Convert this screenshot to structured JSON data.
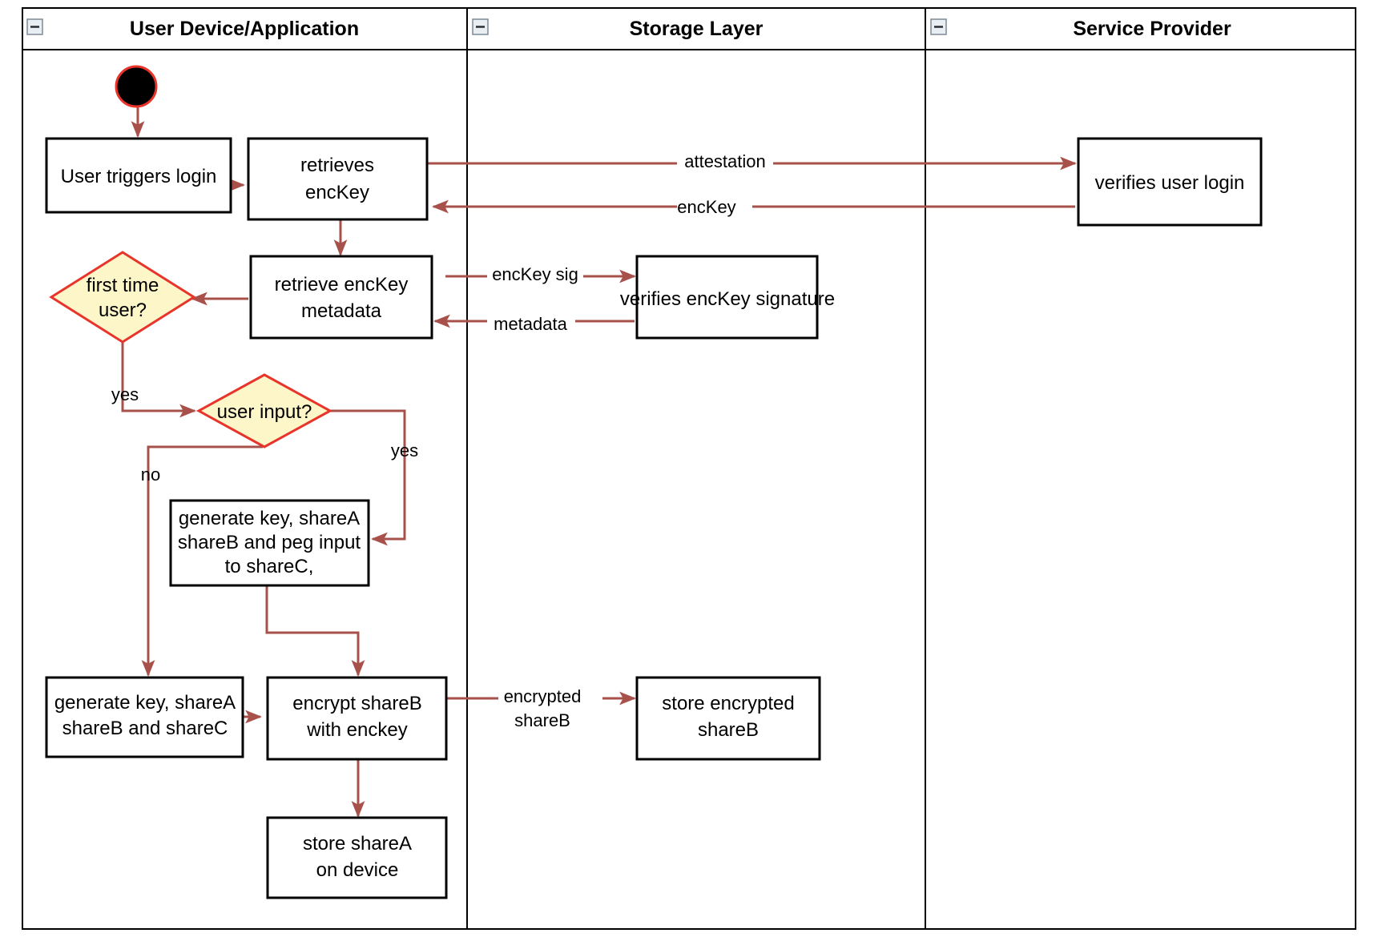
{
  "diagram": {
    "type": "uml-activity-swimlane",
    "colors": {
      "edge": "#a8514b",
      "decision_fill": "#fdf6c8",
      "decision_stroke": "#e8342a",
      "node_stroke": "#000000",
      "start_fill": "#000000",
      "start_stroke": "#e8342a",
      "background": "#ffffff"
    },
    "lanes": [
      {
        "id": "lane-user-device",
        "title": "User Device/Application",
        "collapse_icon": "minus-box-icon"
      },
      {
        "id": "lane-storage",
        "title": "Storage Layer",
        "collapse_icon": "minus-box-icon"
      },
      {
        "id": "lane-service",
        "title": "Service Provider",
        "collapse_icon": "minus-box-icon"
      }
    ],
    "nodes": [
      {
        "id": "start",
        "kind": "initial-node",
        "label": ""
      },
      {
        "id": "user-triggers-login",
        "kind": "action",
        "lines": [
          "User triggers login"
        ]
      },
      {
        "id": "retrieves-enckey",
        "kind": "action",
        "lines": [
          "retrieves",
          "encKey"
        ]
      },
      {
        "id": "verifies-user-login",
        "kind": "action",
        "lines": [
          "verifies user login"
        ]
      },
      {
        "id": "retrieve-enckey-metadata",
        "kind": "action",
        "lines": [
          "retrieve encKey",
          "metadata"
        ]
      },
      {
        "id": "verifies-enckey-signature",
        "kind": "action",
        "lines": [
          "verifies encKey signature"
        ]
      },
      {
        "id": "first-time-user",
        "kind": "decision",
        "lines": [
          "first time",
          "user?"
        ]
      },
      {
        "id": "user-input",
        "kind": "decision",
        "lines": [
          "user input?"
        ]
      },
      {
        "id": "generate-key-peg",
        "kind": "action",
        "lines": [
          "generate key, shareA",
          "shareB and peg input",
          "to shareC,"
        ]
      },
      {
        "id": "generate-key-shares",
        "kind": "action",
        "lines": [
          "generate key, shareA",
          "shareB and shareC"
        ]
      },
      {
        "id": "encrypt-shareb",
        "kind": "action",
        "lines": [
          "encrypt shareB",
          "with enckey"
        ]
      },
      {
        "id": "store-encrypted-shareb",
        "kind": "action",
        "lines": [
          "store encrypted",
          "shareB"
        ]
      },
      {
        "id": "store-sharea-on-device",
        "kind": "action",
        "lines": [
          "store shareA",
          "on device"
        ]
      }
    ],
    "edge_labels": {
      "attestation": "attestation",
      "enckey": "encKey",
      "enckey_sig": "encKey sig",
      "metadata": "metadata",
      "yes_first_time": "yes",
      "yes_user_input": "yes",
      "no_user_input": "no",
      "encrypted_line1": "encrypted",
      "encrypted_line2": "shareB"
    }
  }
}
